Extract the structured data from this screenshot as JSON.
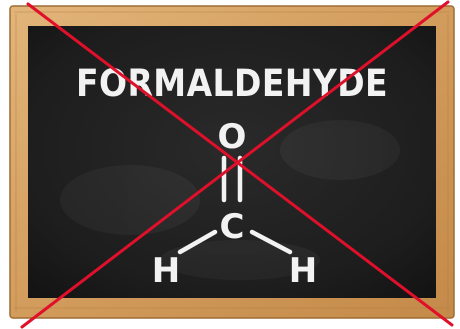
{
  "board": {
    "title": "FORMALDEHYDE",
    "molecule": {
      "oxygen": "O",
      "carbon": "C",
      "hydrogen_left": "H",
      "hydrogen_right": "H"
    }
  },
  "colors": {
    "frame_wood": "#d9a86a",
    "frame_wood_dark": "#b98445",
    "chalkboard": "#1f1f1f",
    "chalk": "#f2f2f2",
    "cross_out": "#e0102a"
  },
  "overlay": {
    "cross_out_icon": "x-mark-icon"
  }
}
